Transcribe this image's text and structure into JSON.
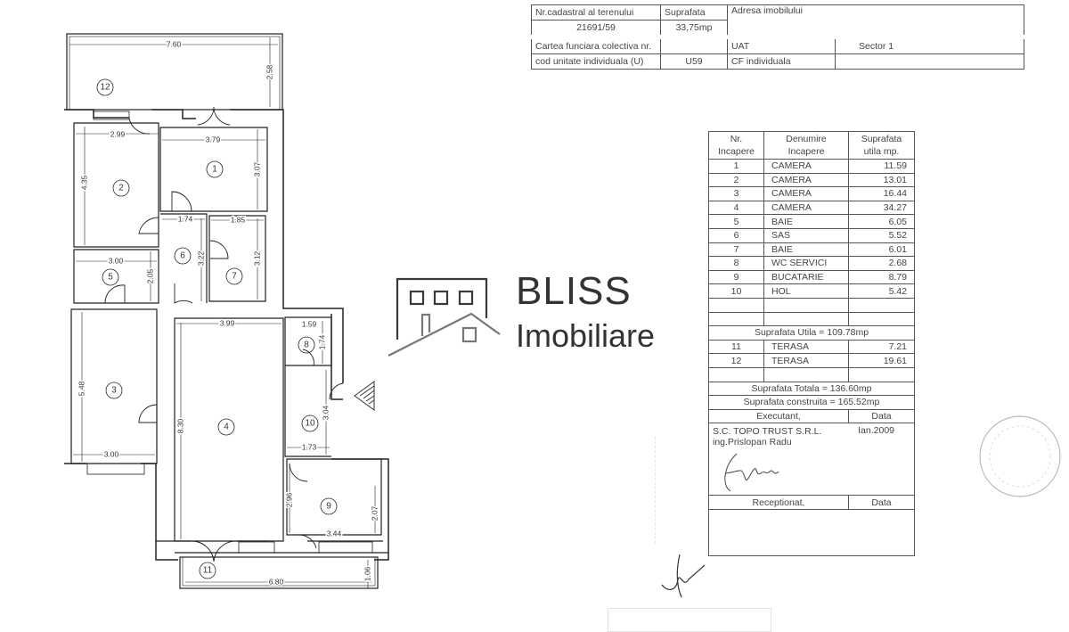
{
  "header_table": {
    "cadastral_label": "Nr.cadastral al terenului",
    "cadastral_value": "21691/59",
    "surface_label": "Suprafata",
    "surface_value": "33,75mp",
    "address_label": "Adresa imobilului",
    "address_value": "",
    "cf_collective_label": "Cartea funciara colectiva nr.",
    "cf_collective_value": "",
    "uat_label": "UAT",
    "uat_value": "Sector 1",
    "unit_code_label": "cod unitate individuala (U)",
    "unit_code_value": "U59",
    "cf_individual_label": "CF individuala",
    "cf_individual_value": ""
  },
  "area_table": {
    "headers": [
      "Nr. Incapere",
      "Denumire Incapere",
      "Suprafata utila mp."
    ],
    "rooms": [
      {
        "nr": "1",
        "name": "CAMERA",
        "area": "11.59"
      },
      {
        "nr": "2",
        "name": "CAMERA",
        "area": "13.01"
      },
      {
        "nr": "3",
        "name": "CAMERA",
        "area": "16.44"
      },
      {
        "nr": "4",
        "name": "CAMERA",
        "area": "34.27"
      },
      {
        "nr": "5",
        "name": "BAIE",
        "area": "6.05"
      },
      {
        "nr": "6",
        "name": "SAS",
        "area": "5.52"
      },
      {
        "nr": "7",
        "name": "BAIE",
        "area": "6.01"
      },
      {
        "nr": "8",
        "name": "WC SERVICI",
        "area": "2.68"
      },
      {
        "nr": "9",
        "name": "BUCATARIE",
        "area": "8.79"
      },
      {
        "nr": "10",
        "name": "HOL",
        "area": "5.42"
      }
    ],
    "useful_total": "Suprafata Utila = 109.78mp",
    "terraces": [
      {
        "nr": "11",
        "name": "TERASA",
        "area": "7.21"
      },
      {
        "nr": "12",
        "name": "TERASA",
        "area": "19.61"
      }
    ],
    "total_surface": "Suprafata Totala = 136.60mp",
    "built_surface": "Suprafata construita = 165.52mp",
    "executant_label": "Executant,",
    "date_label": "Data",
    "executant_company": "S.C. TOPO TRUST S.R.L.",
    "executant_engineer": "ing.Prislopan Radu",
    "executant_date": "Ian.2009",
    "received_label": "Receptionat,",
    "received_date_label": "Data"
  },
  "logo": {
    "line1": "BLISS",
    "line2": "Imobiliare"
  },
  "floor_plan": {
    "room_numbers": [
      "1",
      "2",
      "3",
      "4",
      "5",
      "6",
      "7",
      "8",
      "9",
      "10",
      "11",
      "12"
    ],
    "dimensions": {
      "terrace12_width": "7.60",
      "terrace12_depth": "2.58",
      "room2_width": "2.99",
      "room2_depth": "4.35",
      "room1_width": "3.79",
      "room1_depth": "3.07",
      "room6_width": "1.74",
      "room6_depth": "3.22",
      "room7_width": "1.85",
      "room7_depth": "3.12",
      "room5_width": "3.00",
      "room5_depth": "2.05",
      "room4_width": "3.99",
      "room4_depth": "8.30",
      "room8_width": "1.59",
      "room8_depth": "1.74",
      "room3_width": "3.00",
      "room3_depth": "5.48",
      "room10_width": "1.73",
      "room10_depth": "3.04",
      "room9_width": "3.44",
      "room9_depth1": "2.96",
      "room9_depth2": "2.07",
      "terrace11_width": "6.80",
      "terrace11_depth": "1.06"
    }
  },
  "colors": {
    "ink": "#222222",
    "logo": "#3a3a3a",
    "faint": "#bbbbbb"
  }
}
